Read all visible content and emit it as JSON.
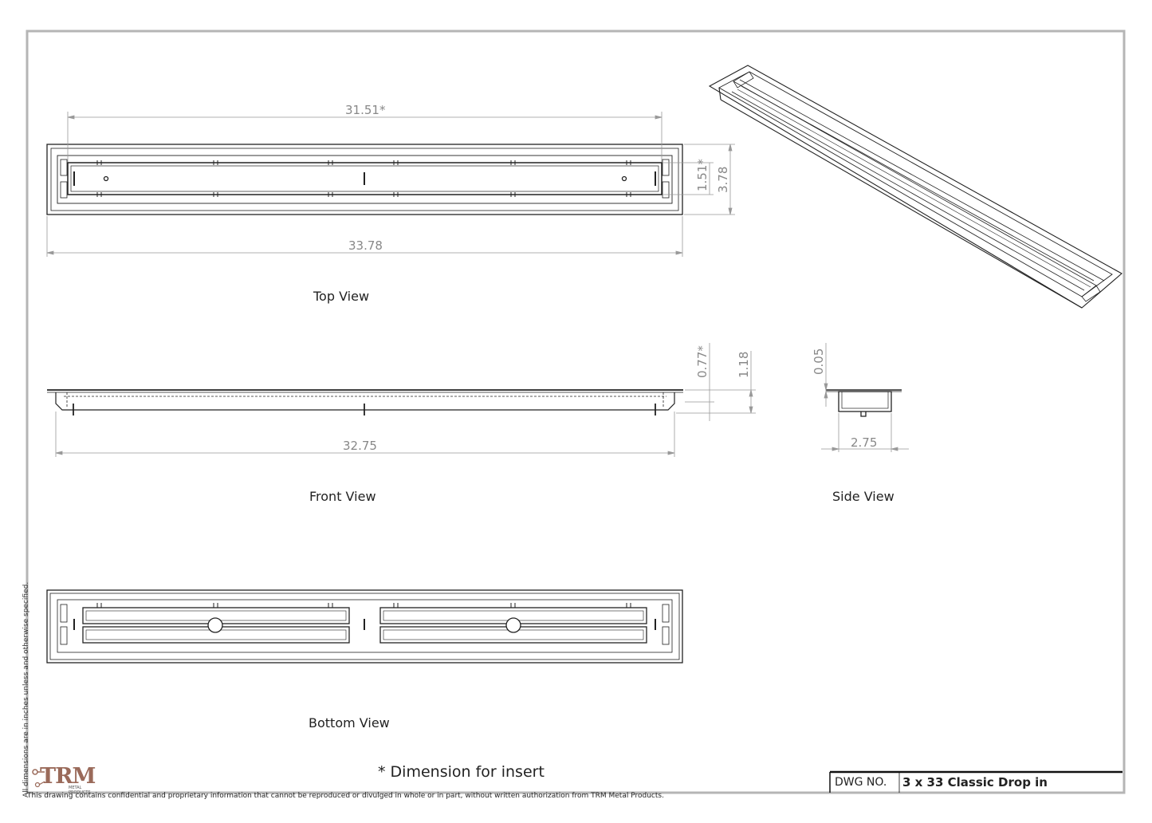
{
  "views": {
    "top_label": "Top View",
    "front_label": "Front View",
    "side_label": "Side View",
    "bottom_label": "Bottom View"
  },
  "dimensions": {
    "top_insert_length": "31.51*",
    "top_overall_length": "33.78",
    "top_insert_width": "1.51*",
    "top_overall_width": "3.78",
    "front_insert_depth": "0.77*",
    "front_overall_depth": "1.18",
    "front_length": "32.75",
    "side_flange": "0.05",
    "side_width": "2.75"
  },
  "notes": {
    "insert": "* Dimension for insert",
    "units": "All dimensions are in inches unless and otherwise specified.",
    "confidential": "This drawing contains confidential and proprietary information that cannot be reproduced or divulged in whole or in part, without written authorization from TRM Metal Products."
  },
  "title_block": {
    "dwg_label": "DWG NO.",
    "dwg_value": "3 x 33 Classic Drop in"
  },
  "logo": {
    "text": "TRM",
    "sub": "METAL PRODUCTS",
    "color": "#9a6a5a"
  }
}
